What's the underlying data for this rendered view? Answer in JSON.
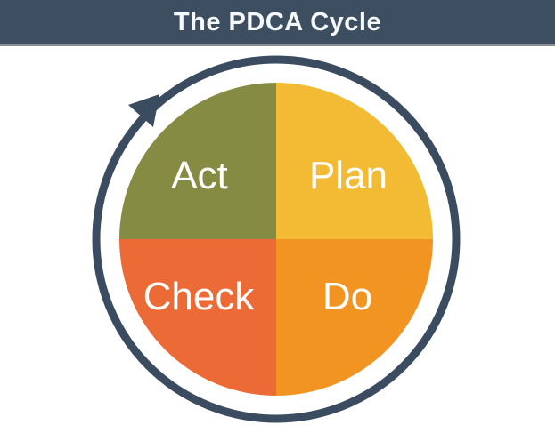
{
  "header": {
    "title": "The PDCA Cycle",
    "bg_color": "#3D4E61",
    "text_color": "#F6F9FB",
    "divider_color": "#8C8C8C"
  },
  "diagram": {
    "type": "cycle-diagram",
    "direction": "clockwise",
    "ring_color": "#3B4C60",
    "arrow_color": "#3B4C60",
    "label_color": "#FFFFFF",
    "segments": [
      {
        "label": "Act",
        "color": "#858B42",
        "position": "top-left"
      },
      {
        "label": "Plan",
        "color": "#F3BB33",
        "position": "top-right"
      },
      {
        "label": "Check",
        "color": "#EC6A35",
        "position": "bottom-left"
      },
      {
        "label": "Do",
        "color": "#F19421",
        "position": "bottom-right"
      }
    ]
  }
}
